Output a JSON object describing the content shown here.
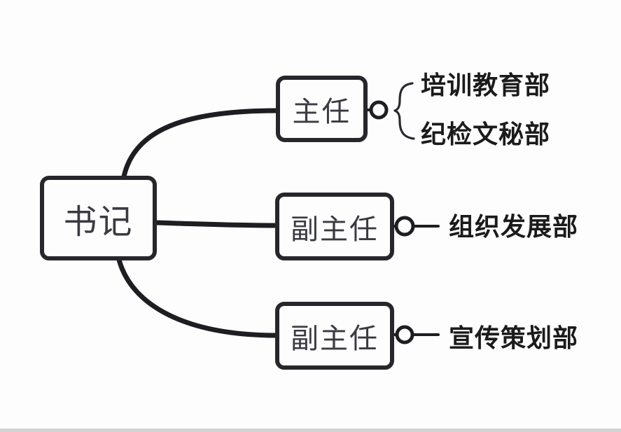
{
  "diagram": {
    "type": "mindmap-org-chart",
    "root": {
      "label": "书记"
    },
    "branches": [
      {
        "label": "主任",
        "departments": [
          {
            "label": "培训教育部"
          },
          {
            "label": "纪检文秘部"
          }
        ]
      },
      {
        "label": "副主任",
        "departments": [
          {
            "label": "组织发展部"
          }
        ]
      },
      {
        "label": "副主任",
        "departments": [
          {
            "label": "宣传策划部"
          }
        ]
      }
    ],
    "colors": {
      "background": "#fdfdfd",
      "connector_line": "#1d1d22",
      "box_border": "#26262c",
      "box_text": "#3a3a42",
      "department_text": "#1b1b1b",
      "photo_bottom_edge": "#d3d3d3"
    }
  }
}
